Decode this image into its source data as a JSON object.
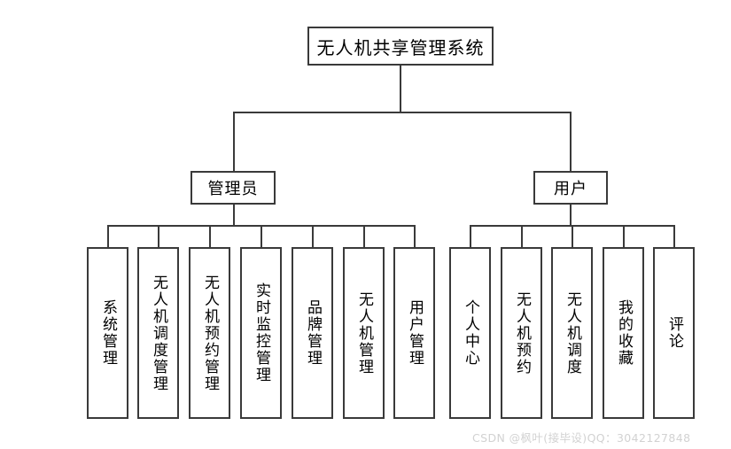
{
  "diagram": {
    "type": "organizational-tree",
    "title_node": {
      "label": "无人机共享管理系统"
    },
    "level2": [
      {
        "id": "admin",
        "label": "管理员"
      },
      {
        "id": "user",
        "label": "用户"
      }
    ],
    "admin_children": [
      {
        "label": "系统管理"
      },
      {
        "label": "无人机调度管理"
      },
      {
        "label": "无人机预约管理"
      },
      {
        "label": "实时监控管理"
      },
      {
        "label": "品牌管理"
      },
      {
        "label": "无人机管理"
      },
      {
        "label": "用户管理"
      }
    ],
    "user_children": [
      {
        "label": "个人中心"
      },
      {
        "label": "无人机预约"
      },
      {
        "label": "无人机调度"
      },
      {
        "label": "我的收藏"
      },
      {
        "label": "评论"
      }
    ],
    "colors": {
      "background": "#ffffff",
      "line": "#3a3a3a",
      "text": "#000000",
      "watermark": "#d2d2d2"
    }
  },
  "watermark": {
    "text": "CSDN @枫叶(接毕设)QQ：3042127848"
  }
}
